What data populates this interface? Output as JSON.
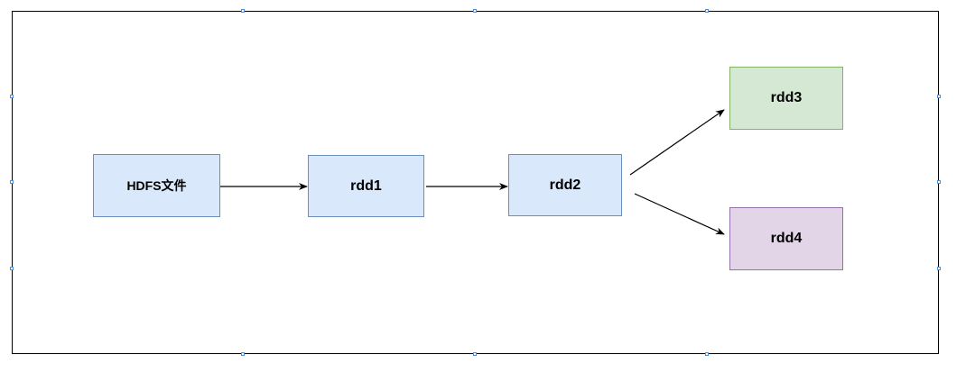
{
  "diagram": {
    "container": {
      "border_color": "#000000",
      "selection_handle_color": "#4a90e2"
    },
    "nodes": [
      {
        "id": "hdfs",
        "label": "HDFS文件",
        "fill": "#dae8fc",
        "stroke": "#6c8ebf"
      },
      {
        "id": "rdd1",
        "label": "rdd1",
        "fill": "#dae8fc",
        "stroke": "#6c8ebf"
      },
      {
        "id": "rdd2",
        "label": "rdd2",
        "fill": "#dae8fc",
        "stroke": "#6c8ebf"
      },
      {
        "id": "rdd3",
        "label": "rdd3",
        "fill": "#d5e8d4",
        "stroke": "#82b366"
      },
      {
        "id": "rdd4",
        "label": "rdd4",
        "fill": "#e1d5e7",
        "stroke": "#9673a6"
      }
    ],
    "edges": [
      {
        "from": "hdfs",
        "to": "rdd1"
      },
      {
        "from": "rdd1",
        "to": "rdd2"
      },
      {
        "from": "rdd2",
        "to": "rdd3"
      },
      {
        "from": "rdd2",
        "to": "rdd4"
      }
    ],
    "edge_color": "#000000"
  }
}
